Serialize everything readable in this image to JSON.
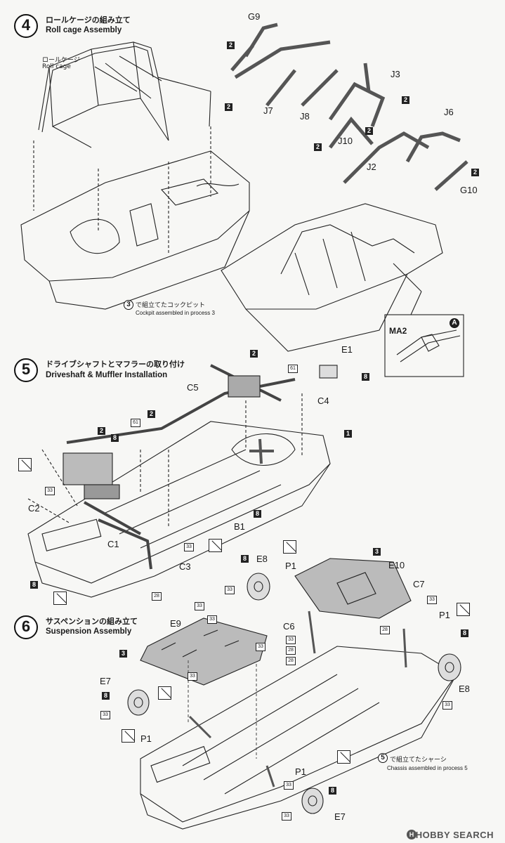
{
  "step4": {
    "num": "4",
    "title_jp": "ロールケージの組み立て",
    "title_en": "Roll cage Assembly",
    "rollcage_jp": "ロールケージ",
    "rollcage_en": "Roll cage",
    "process_ref": "3",
    "note_jp": "で組立てたコックピット",
    "note_en": "Cockpit assembled in process 3",
    "parts": [
      "G9",
      "J3",
      "J7",
      "J8",
      "J10",
      "J6",
      "J2",
      "G10"
    ],
    "part_box": "2",
    "detail_label": "MA2",
    "detail_circle": "A"
  },
  "step5": {
    "num": "5",
    "title_jp": "ドライブシャフトとマフラーの取り付け",
    "title_en": "Driveshaft & Muffler Installation",
    "parts": [
      "E1",
      "C4",
      "C5",
      "C2",
      "C1",
      "B1",
      "C3"
    ],
    "boxes": [
      "2",
      "8",
      "1",
      "8",
      "2",
      "8",
      "2",
      "8"
    ],
    "tags": [
      "61",
      "61",
      "33",
      "33",
      "28"
    ]
  },
  "step6": {
    "num": "6",
    "title_jp": "サスペンションの組み立て",
    "title_en": "Suspension Assembly",
    "parts": [
      "E9",
      "E8",
      "P1",
      "E10",
      "C7",
      "C6",
      "P1",
      "E7",
      "P1",
      "E8",
      "P1",
      "E7"
    ],
    "boxes": [
      "3",
      "3",
      "8",
      "8",
      "8",
      "8"
    ],
    "tags": [
      "33",
      "33",
      "33",
      "28",
      "33",
      "28",
      "33",
      "33",
      "33",
      "33",
      "33",
      "28",
      "33",
      "33"
    ],
    "process_ref": "5",
    "note_jp": "で組立てたシャーシ",
    "note_en": "Chassis assembled in process 5"
  },
  "brand": {
    "icon": "H",
    "text": "HOBBY SEARCH"
  }
}
